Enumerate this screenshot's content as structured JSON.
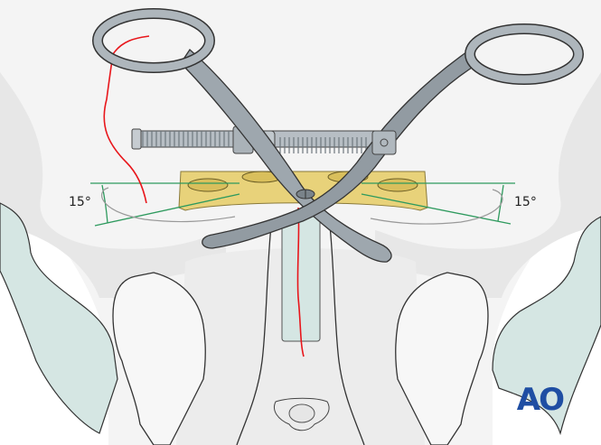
{
  "figure": {
    "subject": "Pelvic ring / pubic symphysis fixation with pointed reduction clamp and plate",
    "annotations": {
      "left_angle": "15°",
      "right_angle": "15°"
    },
    "logo": "AO",
    "colors": {
      "background": "#ffffff",
      "bone_light": "#f5f5f5",
      "bone_shade": "#e6e6e6",
      "cartilage": "#d5e6e3",
      "instrument": "#9ea7ae",
      "instrument_dark": "#6d767d",
      "plate": "#e8d27a",
      "fracture_line": "#e8161b",
      "angle_lines": "#2e9a5e",
      "logo": "#1f4ea3",
      "outline": "#333333"
    }
  }
}
